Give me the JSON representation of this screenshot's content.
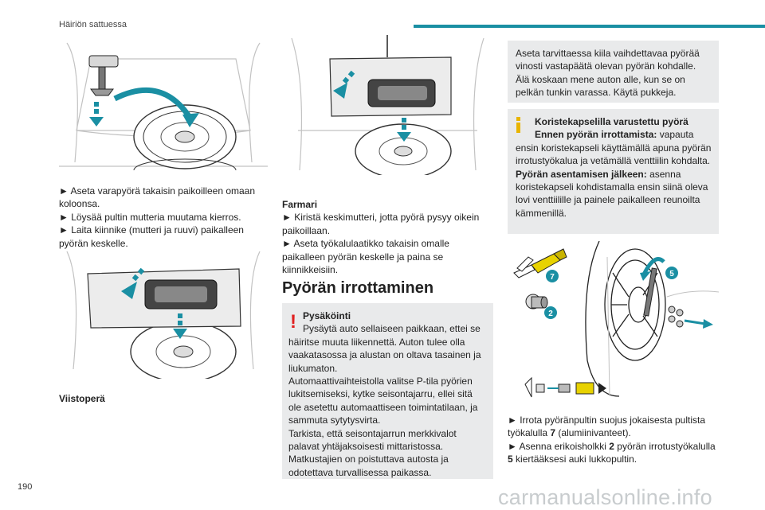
{
  "header": {
    "section_title": "Häiriön sattuessa"
  },
  "page_number": "190",
  "watermark": "carmanualsonline.info",
  "col1": {
    "steps": [
      "► Aseta varapyörä takaisin paikoilleen omaan koloonsa.",
      "► Löysää pultin mutteria muutama kierros.",
      "► Laita kiinnike (mutteri ja ruuvi) paikalleen pyörän keskelle."
    ],
    "caption": "Viistoperä"
  },
  "col2": {
    "subtitle": "Farmari",
    "steps": [
      "► Kiristä keskimutteri, jotta pyörä pysyy oikein paikoillaan.",
      "► Aseta työkalulaatikko takaisin omalle paikalleen pyörän keskelle ja paina se kiinnikkeisiin."
    ],
    "heading": "Pyörän irrottaminen",
    "warning": {
      "title": "Pysäköinti",
      "lines": [
        "Pysäytä auto sellaiseen paikkaan, ettei se häiritse muuta liikennettä. Auton tulee olla vaakatasossa ja alustan on oltava tasainen ja liukumaton.",
        "Automaattivaihteistolla valitse P-tila pyörien lukitsemiseksi, kytke seisontajarru, ellei sitä ole asetettu automaattiseen toimintatilaan, ja sammuta sytytysvirta.",
        "Tarkista, että seisontajarrun merkkivalot palavat yhtäjaksoisesti mittaristossa.",
        "Matkustajien on poistuttava autosta ja odotettava turvallisessa paikassa."
      ]
    }
  },
  "col3": {
    "box1": "Aseta tarvittaessa kiila vaihdettavaa pyörää vinosti vastapäätä olevan pyörän kohdalle. Älä koskaan mene auton alle, kun se on pelkän tunkin varassa. Käytä pukkeja.",
    "box2": {
      "title_line1": "Koristekapselilla varustettu pyörä",
      "before_label": "Ennen pyörän irrottamista:",
      "before_text": " vapauta ensin koristekapseli käyttämällä apuna pyörän irrotustyökalua ja vetämällä venttiilin kohdalta.",
      "after_label": "Pyörän asentamisen jälkeen:",
      "after_text": " asenna koristekapseli kohdistamalla ensin siinä oleva lovi venttiilille ja painele paikalleen reunoilta kämmenillä."
    },
    "badges": {
      "b7": "7",
      "b5": "5",
      "b2": "2"
    },
    "steps": {
      "s1_pre": "► Irrota pyöränpultin suojus jokaisesta pultista työkalulla ",
      "s1_num": "7",
      "s1_post": " (alumiinivanteet).",
      "s2_pre": "► Asenna erikoisholkki ",
      "s2_num": "2",
      "s2_mid": " pyörän irrotustyökalulla ",
      "s2_num2": "5",
      "s2_post": " kiertääksesi auki lukkopultin."
    }
  },
  "colors": {
    "accent": "#1a8fa3",
    "warning": "#e02020",
    "info": "#e8b400",
    "badge": "#1a8fa3",
    "arrow": "#1a8fa3"
  }
}
